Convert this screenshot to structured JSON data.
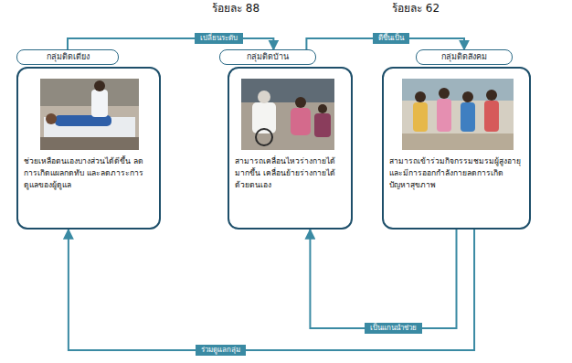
{
  "diagram": {
    "nodes": [
      {
        "text": [
          "กลุ่มติดเตียง"
        ]
      },
      {
        "text": [
          "ช่วยเหลือตนเองบางส่วนได้ดีขึ้น ลดการเกิดแผลกดทับ และลดภาระการดูแลของผู้ดูแล"
        ]
      },
      {
        "text": [
          "กลุ่มติดบ้าน"
        ]
      },
      {
        "text": [
          "สามารถเคลื่อนไหวร่างกายได้มากขึ้น เคลื่อนย้ายร่างกายได้ด้วยตนเอง"
        ]
      },
      {
        "text": [
          "กลุ่มติดสังคม"
        ]
      },
      {
        "text": [
          "สามารถเข้าร่วมกิจกรรมชมรมผู้สูงอายุ และมีการออกกำลังกายลดการเกิดปัญหาสุขภาพ"
        ]
      }
    ],
    "edges": [
      {
        "from": 0,
        "to": 2,
        "label": "เปลี่ยนระดับ",
        "arrow": "to"
      },
      {
        "from": 2,
        "to": 4,
        "label": "ดีขึ้นเป็น",
        "arrow": "to"
      },
      {
        "from": 5,
        "to": 3,
        "label": "เป็นแกนนำช่วย",
        "arrow": "to"
      },
      {
        "from": 5,
        "to": 1,
        "label": "ร่วมดูแลกลุ่ม",
        "arrow": "to"
      }
    ],
    "labels": [
      "ร้อยละ 88",
      "ร้อยละ 62"
    ]
  }
}
